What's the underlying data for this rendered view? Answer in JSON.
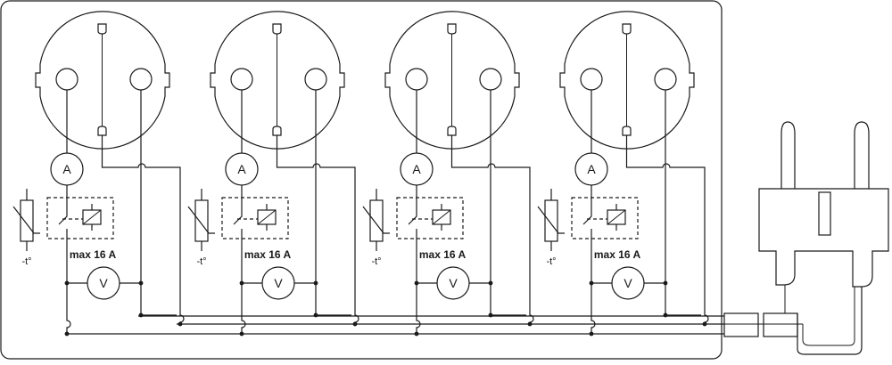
{
  "modules": [
    {
      "ammeter_symbol": "A",
      "voltmeter_symbol": "V",
      "thermal_label": "-t°",
      "rating_label": "max 16 A"
    },
    {
      "ammeter_symbol": "A",
      "voltmeter_symbol": "V",
      "thermal_label": "-t°",
      "rating_label": "max 16 A"
    },
    {
      "ammeter_symbol": "A",
      "voltmeter_symbol": "V",
      "thermal_label": "-t°",
      "rating_label": "max 16 A"
    },
    {
      "ammeter_symbol": "A",
      "voltmeter_symbol": "V",
      "thermal_label": "-t°",
      "rating_label": "max 16 A"
    }
  ],
  "colors": {
    "line": "#1a1a1a",
    "background": "#ffffff"
  },
  "icons": [
    "socket-outlet-icon",
    "ammeter-icon",
    "voltmeter-icon",
    "thermistor-icon",
    "relay-icon",
    "plug-icon",
    "cable-icon"
  ]
}
